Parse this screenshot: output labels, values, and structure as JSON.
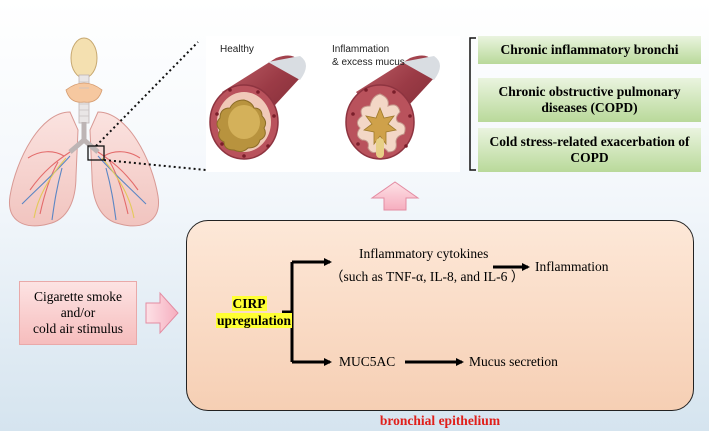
{
  "airway_panel": {
    "healthy_label": "Healthy",
    "inflamed_label_line1": "Inflammation",
    "inflamed_label_line2": "& excess mucus"
  },
  "outcomes": [
    {
      "label": "Chronic inflammatory bronchi"
    },
    {
      "label": "Chronic obstructive pulmonary diseases (COPD)"
    },
    {
      "label": "Cold stress-related exacerbation of COPD"
    }
  ],
  "stimulus": {
    "label_line1": "Cigarette smoke",
    "label_line2": "and/or",
    "label_line3": "cold air stimulus"
  },
  "cirp": {
    "line1": "CIRP",
    "line2": "upregulation"
  },
  "pathway_top": {
    "cytokines_line1": "Inflammatory cytokines",
    "cytokines_line2": "（such as TNF-α, IL-8, and IL-6 ）",
    "result": "Inflammation"
  },
  "pathway_bottom": {
    "gene": "MUC5AC",
    "result": "Mucus secretion"
  },
  "container_label": "bronchial epithelium",
  "colors": {
    "outcome_green": "#b9d99a",
    "stimulus_pink": "#f6bdbd",
    "epithelium_peach": "#f6cfb4",
    "label_red": "#e0201b",
    "arrow_pink": "#f7b8c4",
    "highlight_yellow": "#ffff33"
  }
}
